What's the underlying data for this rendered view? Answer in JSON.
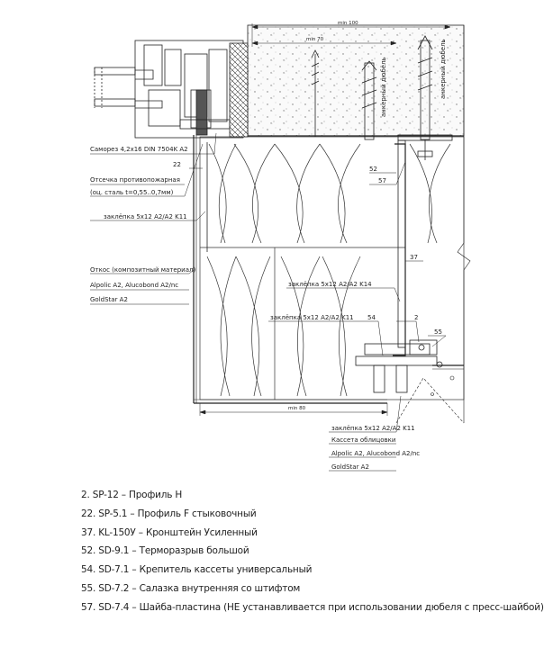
{
  "dimensions": {
    "min100": "min 100",
    "min70": "min 70",
    "min80": "min 80"
  },
  "callouts": {
    "screw": "Саморез 4,2x16 DIN 7504K A2",
    "n22": "22",
    "firestop_line1": "Отсечка противопожарная",
    "firestop_line2": "(оц. сталь t=0,55..0,7мм)",
    "rivet_left": "заклёпка 5x12 A2/A2 K11",
    "reveal_header": "Откос (композитный материал)",
    "reveal_mat1": "Alpolic A2, Alucobond A2/nc",
    "reveal_mat2": "GoldStar A2",
    "n52": "52",
    "n57": "57",
    "n37": "37",
    "rivet_k14": "заклёпка 5x12 A2/A2 K14",
    "rivet_mid": "заклёпка 5x12 A2/A2 K11",
    "n54": "54",
    "n2": "2",
    "n55": "55",
    "anchor_left": "анкерный дюбель",
    "anchor_right": "анкерный дюбель",
    "rivet_bottom": "заклёпка 5x12 A2/A2 K11",
    "cassette_header": "Кассета облицовки",
    "cassette_mat1": "Alpolic A2, Alucobond A2/nc",
    "cassette_mat2": "GoldStar A2"
  },
  "legend": [
    "2. SP-12 – Профиль Н",
    "22. SP-5.1 – Профиль F стыковочный",
    "37. KL-150У – Кронштейн Усиленный",
    "52. SD-9.1 – Терморазрыв большой",
    "54. SD-7.1 – Крепитель кассеты универсальный",
    "55. SD-7.2 – Салазка внутренняя со штифтом",
    "57. SD-7.4 – Шайба-пластина (НЕ устанавливается при использовании дюбеля с пресс-шайбой)"
  ]
}
